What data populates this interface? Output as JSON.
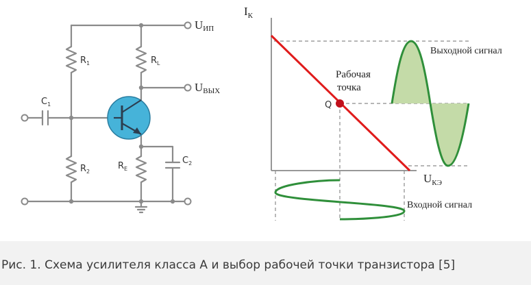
{
  "circuit": {
    "supply_label": "U",
    "supply_sub": "ИП",
    "output_label": "U",
    "output_sub": "ВЫХ",
    "r1": "R",
    "r1_sub": "1",
    "r2": "R",
    "r2_sub": "2",
    "rl": "R",
    "rl_sub": "L",
    "re": "R",
    "re_sub": "E",
    "c1": "C",
    "c1_sub": "1",
    "c2": "C",
    "c2_sub": "2"
  },
  "graph": {
    "y_axis": "I",
    "y_axis_sub": "К",
    "x_axis": "U",
    "x_axis_sub": "КЭ",
    "q_label": "Q",
    "operating_point_line1": "Рабочая",
    "operating_point_line2": "точка",
    "output_signal": "Выходной сигнал",
    "input_signal": "Входной сигнал"
  },
  "colors": {
    "wire": "#8a8a8a",
    "transistor": "#46b3d9",
    "load_line": "#e01b1b",
    "q_point": "#c0101b",
    "signal": "#2f8f3a",
    "fill": "#c4dba8",
    "dash": "#8a8a8a"
  },
  "caption": "Рис. 1. Схема усилителя класса А и выбор рабочей точки транзистора [5]"
}
